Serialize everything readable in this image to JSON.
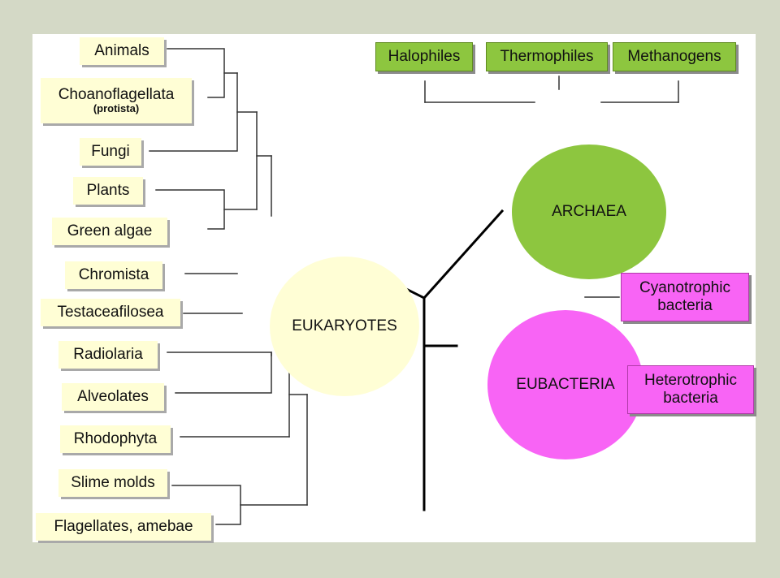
{
  "eukaryotes": {
    "label": "EUKARYOTES",
    "groups": [
      {
        "label": "Animals"
      },
      {
        "label": "Choanoflagellata",
        "sublabel": "(protista)"
      },
      {
        "label": "Fungi"
      },
      {
        "label": "Plants"
      },
      {
        "label": "Green algae"
      },
      {
        "label": "Chromista"
      },
      {
        "label": "Testaceafilosea"
      },
      {
        "label": "Radiolaria"
      },
      {
        "label": "Alveolates"
      },
      {
        "label": "Rhodophyta"
      },
      {
        "label": "Slime molds"
      },
      {
        "label": "Flagellates, amebae"
      }
    ]
  },
  "archaea": {
    "label": "ARCHAEA",
    "groups": [
      {
        "label": "Halophiles"
      },
      {
        "label": "Thermophiles"
      },
      {
        "label": "Methanogens"
      }
    ]
  },
  "eubacteria": {
    "label": "EUBACTERIA",
    "groups": [
      {
        "line1": "Cyanotrophic",
        "line2": "bacteria"
      },
      {
        "line1": "Heterotrophic",
        "line2": "bacteria"
      }
    ]
  },
  "colors": {
    "eukaryotes": "#fffed5",
    "archaea": "#8dc63f",
    "eubacteria": "#f864f5",
    "frame": "#d4d9c6"
  }
}
